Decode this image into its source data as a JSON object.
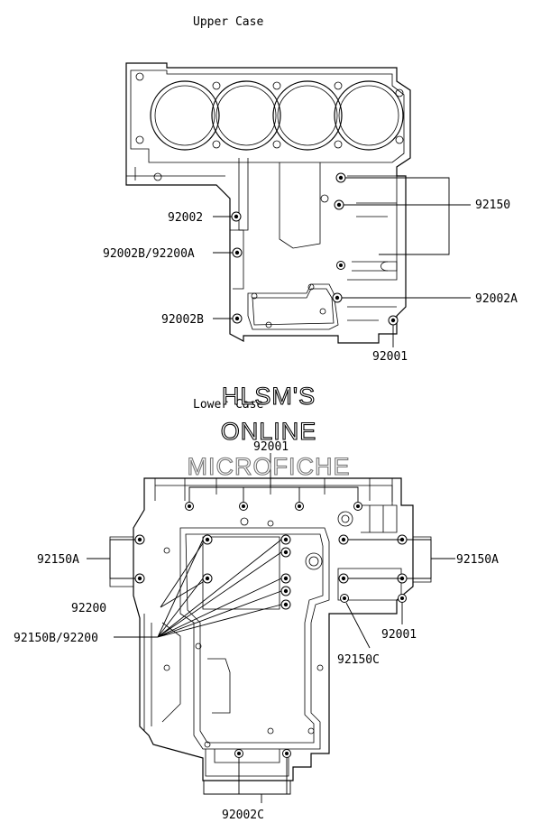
{
  "titles": {
    "upper": "Upper Case",
    "lower": "Lower Case"
  },
  "watermark": {
    "line1": "HLSM'S",
    "line2": "ONLINE",
    "line3": "MICROFICHE"
  },
  "upper_labels": {
    "p92150": "92150",
    "p92002": "92002",
    "p92002b_92200a": "92002B/92200A",
    "p92002a": "92002A",
    "p92002b": "92002B",
    "p92001": "92001"
  },
  "lower_labels": {
    "p92001_top": "92001",
    "p92150a_left": "92150A",
    "p92150a_right": "92150A",
    "p92200": "92200",
    "p92150b_92200": "92150B/92200",
    "p92001_right": "92001",
    "p92150c": "92150C",
    "p92002c": "92002C"
  }
}
